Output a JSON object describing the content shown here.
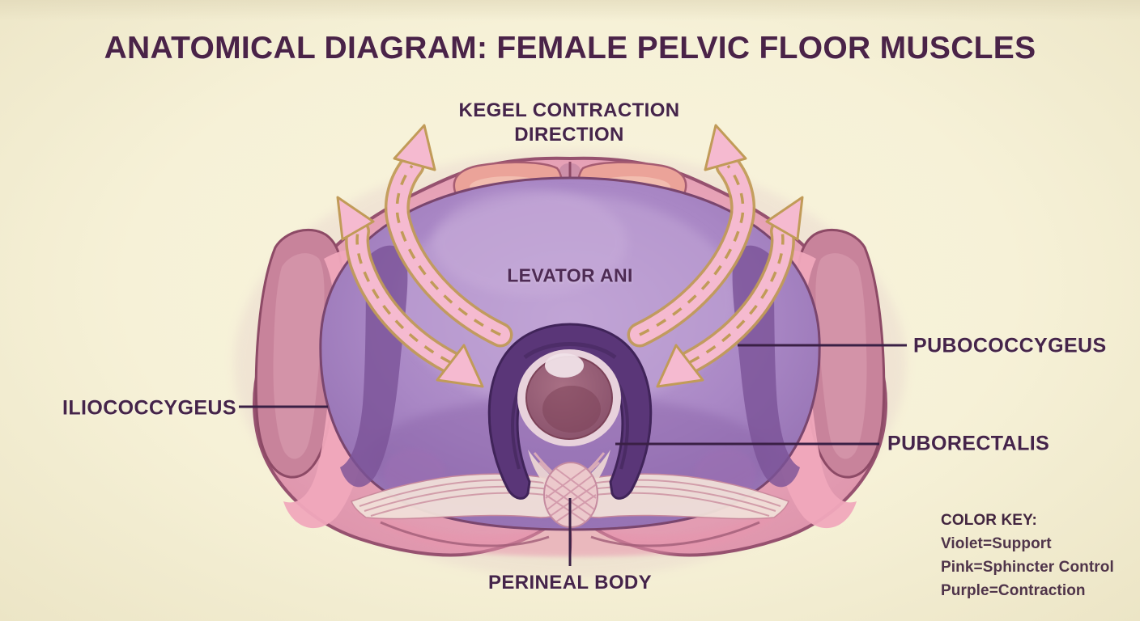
{
  "header": {
    "title": "ANATOMICAL DIAGRAM: FEMALE PELVIC FLOOR MUSCLES"
  },
  "diagram": {
    "kegel_label": {
      "line1": "KEGEL CONTRACTION",
      "line2": "DIRECTION"
    },
    "muscle_labels": {
      "levator_ani": "LEVATOR ANI",
      "pubococcygeus": "PUBOCOCCYGEUS",
      "puborectalis": "PUBORECTALIS",
      "iliococcygeus": "ILIOCOCCYGEUS",
      "perineal_body": "PERINEAL BODY"
    }
  },
  "color_key": {
    "title": "COLOR KEY:",
    "entries": [
      "Violet=Support",
      "Pink=Sphincter Control",
      "Purple=Contraction"
    ]
  },
  "colors": {
    "background": "#f7f2d8",
    "title_text": "#4a2348",
    "label_text": "#45244a",
    "leader_line": "#3a2045",
    "support_violet": "#a987c5",
    "sphincter_pink": "#eba9bc",
    "contraction_purple": "#5a3678",
    "arrow_pink": "#f5bad0",
    "arrow_gold": "#c19b58"
  }
}
